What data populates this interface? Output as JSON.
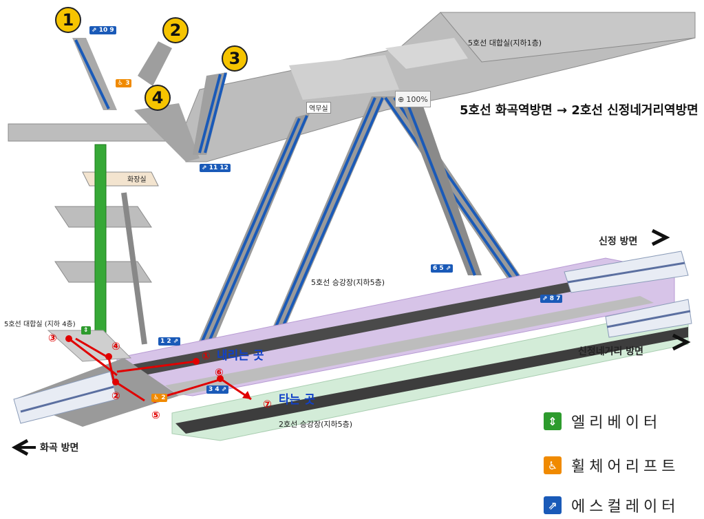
{
  "title": "5호선 화곡역방면 → 2호선 신정네거리역방면",
  "zoom_label": "100%",
  "exit_numbers": [
    "1",
    "2",
    "3",
    "4"
  ],
  "areas": {
    "concourse_b1": "5호선 대합실(지하1층)",
    "platform_line5": "5호선 승강장(지하5층)",
    "platform_line2": "2호선 승강장(지하5층)",
    "concourse_b4": "5호선 대합실 (지하 4층)",
    "restroom": "화장실",
    "station_office": "역무실"
  },
  "directions": {
    "sinjeong": "신정 방면",
    "sinjeong_negeori": "신정네거리 방면",
    "hwagok": "화곡 방면"
  },
  "route_labels": {
    "get_off": "내리는 곳",
    "get_on": "타는 곳"
  },
  "route_steps": [
    "①",
    "②",
    "③",
    "④",
    "⑤",
    "⑥",
    "⑦"
  ],
  "facility_signs": [
    "10",
    "9",
    "3",
    "11",
    "12",
    "1",
    "2",
    "3",
    "4",
    "5",
    "6",
    "7",
    "8",
    "2"
  ],
  "legend": [
    {
      "label": "엘리베이터",
      "icon": "elevator-icon",
      "color": "#2d9b2d"
    },
    {
      "label": "휠체어리프트",
      "icon": "wheelchair-lift-icon",
      "color": "#f08a00"
    },
    {
      "label": "에스컬레이터",
      "icon": "escalator-icon",
      "color": "#1a5ab8"
    }
  ]
}
